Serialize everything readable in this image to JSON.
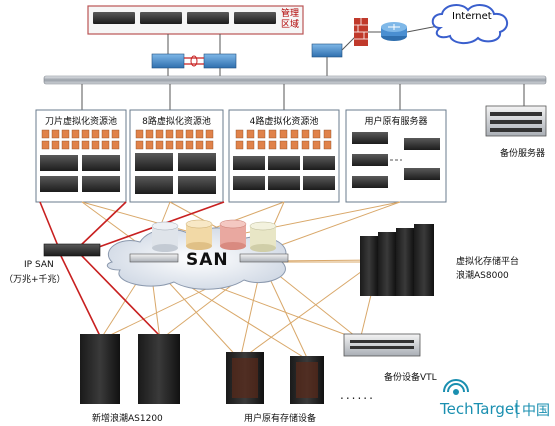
{
  "network": {
    "internet": "Internet",
    "management_zone": "管理\n区域",
    "san": "SAN",
    "ip_san": "IP SAN",
    "ip_san_speed": "（万兆+千兆）"
  },
  "pools": [
    {
      "title": "刀片虚拟化资源池"
    },
    {
      "title": "8路虚拟化资源池"
    },
    {
      "title": "4路虚拟化资源池"
    },
    {
      "title": "用户原有服务器"
    }
  ],
  "devices": {
    "backup_server": "备份服务器",
    "virtual_storage": "虚拟化存储平台",
    "virtual_storage_model": "浪潮AS8000",
    "backup_vtl": "备份设备VTL",
    "new_storage": "新增浪潮AS1200",
    "user_storage": "用户原有存储设备",
    "ellipsis": "......"
  },
  "brand": {
    "name": "TechTarget",
    "cn": "中国"
  },
  "colors": {
    "bus": "#9aa0a8",
    "fc_link": "#d9a86a",
    "ip_link": "#c82020",
    "pool_border": "#6a7b8c",
    "internet_cloud": "#3a5fcd",
    "firewall": "#c0392b",
    "switch": "#4a8fd1",
    "brand": "#1a8fb0"
  }
}
